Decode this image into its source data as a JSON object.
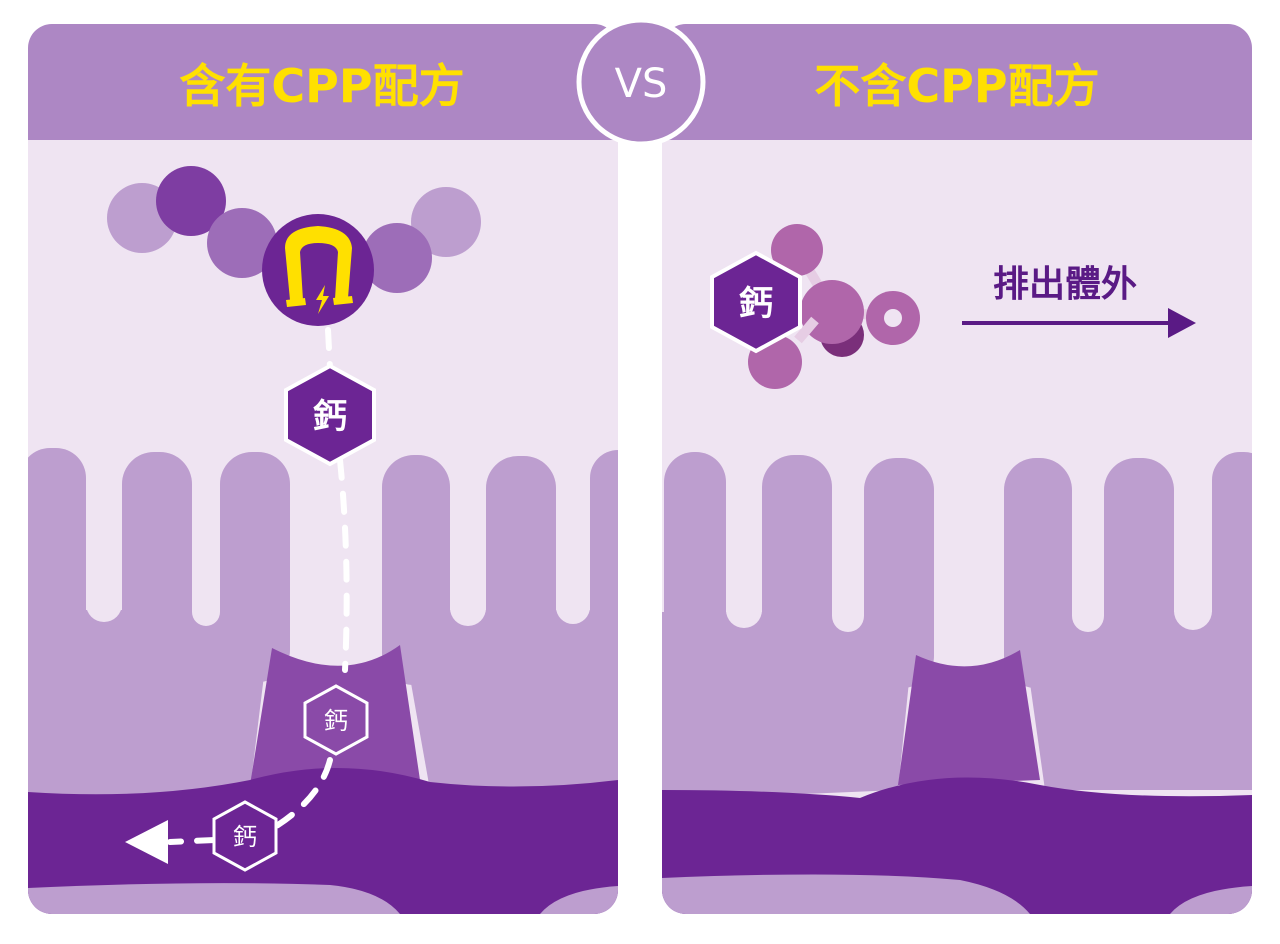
{
  "left_panel": {
    "title": "含有CPP配方",
    "calcium_label": "鈣"
  },
  "vs_label": "VS",
  "right_panel": {
    "title": "不含CPP配方",
    "calcium_label": "鈣",
    "exit_label": "排出體外"
  },
  "colors": {
    "header": "#ad87c4",
    "background": "#efe4f2",
    "villi": "#bd9ecf",
    "deep_purple": "#6c2594",
    "mid_purple": "#8a4aa8",
    "yellow": "#ffe000"
  }
}
